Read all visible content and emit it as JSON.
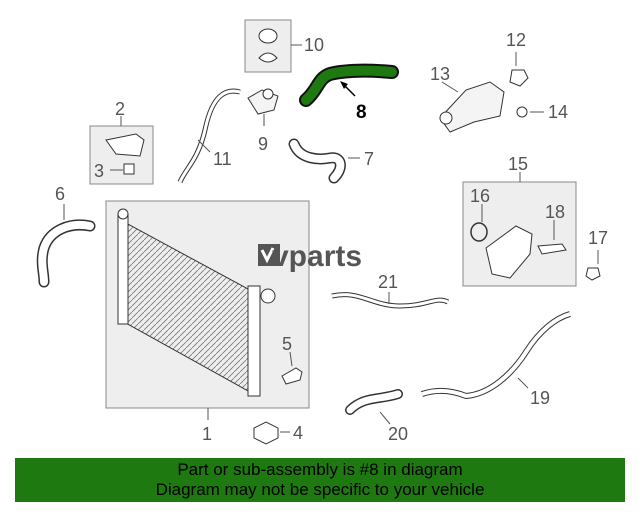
{
  "watermark": {
    "brand": "vparts"
  },
  "callouts": {
    "n1": "1",
    "n2": "2",
    "n3": "3",
    "n4": "4",
    "n5": "5",
    "n6": "6",
    "n7": "7",
    "n8": "8",
    "n9": "9",
    "n10": "10",
    "n11": "11",
    "n12": "12",
    "n13": "13",
    "n14": "14",
    "n15": "15",
    "n16": "16",
    "n17": "17",
    "n18": "18",
    "n19": "19",
    "n20": "20",
    "n21": "21"
  },
  "highlight": {
    "part": "8",
    "color": "#1e7a10"
  },
  "banner": {
    "line1": "Part or sub-assembly is #8 in diagram",
    "line2": "Diagram may not be specific to your vehicle"
  }
}
